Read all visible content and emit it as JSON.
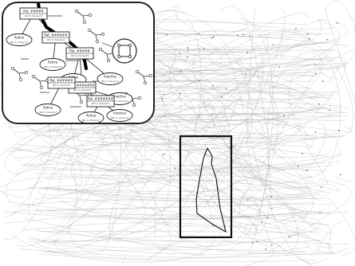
{
  "figure": {
    "inset": {
      "nodes": [
        {
          "id": "n1",
          "kind": "rect",
          "title": "Pat. #####",
          "sub": "ABC D. Name/2/3"
        },
        {
          "id": "n2",
          "kind": "ellipse",
          "title": "Active",
          "sub": "ABC D. Name/1/3"
        },
        {
          "id": "n3",
          "kind": "rect",
          "title": "Pat. ######",
          "sub": "ABC D. Name/2/3"
        },
        {
          "id": "n4",
          "kind": "ellipse",
          "title": "Active",
          "sub": "ABC D. Name/1/3"
        },
        {
          "id": "n5",
          "kind": "rect",
          "title": "Pat. #####",
          "sub": "ABC D. Name/2/3"
        },
        {
          "id": "n6",
          "kind": "ellipse",
          "title": "Active",
          "sub": "ABC D. Name/1/3"
        },
        {
          "id": "n7",
          "kind": "ellipse",
          "title": "Inactive",
          "sub": "ABC D. Name/1/3"
        },
        {
          "id": "n8",
          "kind": "rect",
          "title": "Pat. #######",
          "sub": "ABC D. Name/2/3"
        },
        {
          "id": "n9",
          "kind": "rect",
          "title": "Pat. ######",
          "sub": "ABC D. Name/2/3"
        },
        {
          "id": "n10",
          "kind": "ellipse",
          "title": "Inactive",
          "sub": "ABC D. Name/1/3"
        },
        {
          "id": "n11",
          "kind": "ellipse",
          "title": "Active",
          "sub": "ABC D. Name/1/3"
        },
        {
          "id": "n12",
          "kind": "rect",
          "title": "Pat. #######",
          "sub": "ABC D. Name/2/3"
        },
        {
          "id": "n13",
          "kind": "ellipse",
          "title": "Active",
          "sub": "ABC D. Name/1/3"
        },
        {
          "id": "n14",
          "kind": "ellipse",
          "title": "Inactive",
          "sub": "ABC D. Name/1/3"
        }
      ]
    }
  }
}
